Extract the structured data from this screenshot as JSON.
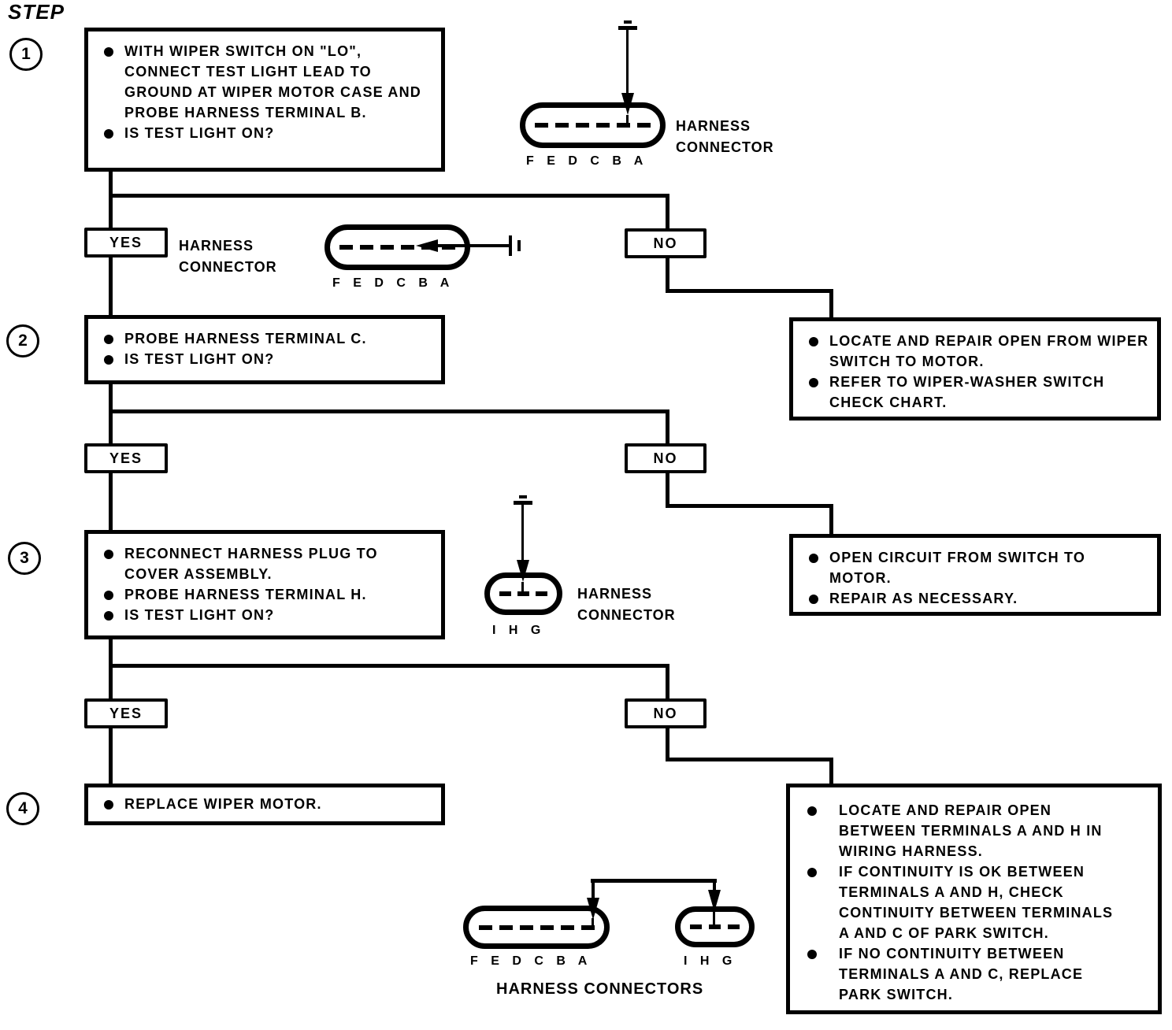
{
  "page": {
    "heading": "STEP"
  },
  "colors": {
    "ink": "#000000",
    "paper": "#ffffff"
  },
  "branches": {
    "yes": "YES",
    "no": "NO"
  },
  "steps": [
    {
      "number": "1",
      "bullets": [
        "WITH WIPER SWITCH ON \"LO\", CONNECT TEST LIGHT LEAD TO GROUND AT WIPER MOTOR CASE AND PROBE HARNESS TERMINAL B.",
        "IS TEST LIGHT ON?"
      ]
    },
    {
      "number": "2",
      "bullets": [
        "PROBE HARNESS TERMINAL C.",
        "IS TEST LIGHT ON?"
      ]
    },
    {
      "number": "3",
      "bullets": [
        "RECONNECT HARNESS PLUG TO COVER ASSEMBLY.",
        "PROBE HARNESS TERMINAL H.",
        "IS TEST LIGHT ON?"
      ]
    },
    {
      "number": "4",
      "bullets": [
        "REPLACE WIPER MOTOR."
      ]
    }
  ],
  "results": [
    {
      "bullets": [
        "LOCATE AND REPAIR OPEN FROM WIPER SWITCH TO MOTOR.",
        "REFER TO WIPER-WASHER SWITCH CHECK CHART."
      ]
    },
    {
      "bullets": [
        "OPEN CIRCUIT FROM SWITCH TO MOTOR.",
        "REPAIR AS NECESSARY."
      ]
    },
    {
      "bullets": [
        "LOCATE AND REPAIR OPEN BETWEEN TERMINALS A AND H IN WIRING HARNESS.",
        "IF CONTINUITY IS OK BETWEEN TERMINALS A AND H, CHECK CONTINUITY BETWEEN TERMINALS A AND C OF PARK SWITCH.",
        "IF NO CONTINUITY BETWEEN TERMINALS A AND C, REPLACE PARK SWITCH."
      ]
    }
  ],
  "connectors": {
    "top": {
      "terminals": "F E D C B A",
      "label": "HARNESS CONNECTOR"
    },
    "mid": {
      "terminals": "F E D C B A",
      "label": "HARNESS CONNECTOR"
    },
    "ihg": {
      "terminals": "I H G",
      "label": "HARNESS CONNECTOR"
    },
    "bottom": {
      "left_terminals": "F E D C B A",
      "right_terminals": "I H G",
      "label": "HARNESS CONNECTORS"
    }
  }
}
